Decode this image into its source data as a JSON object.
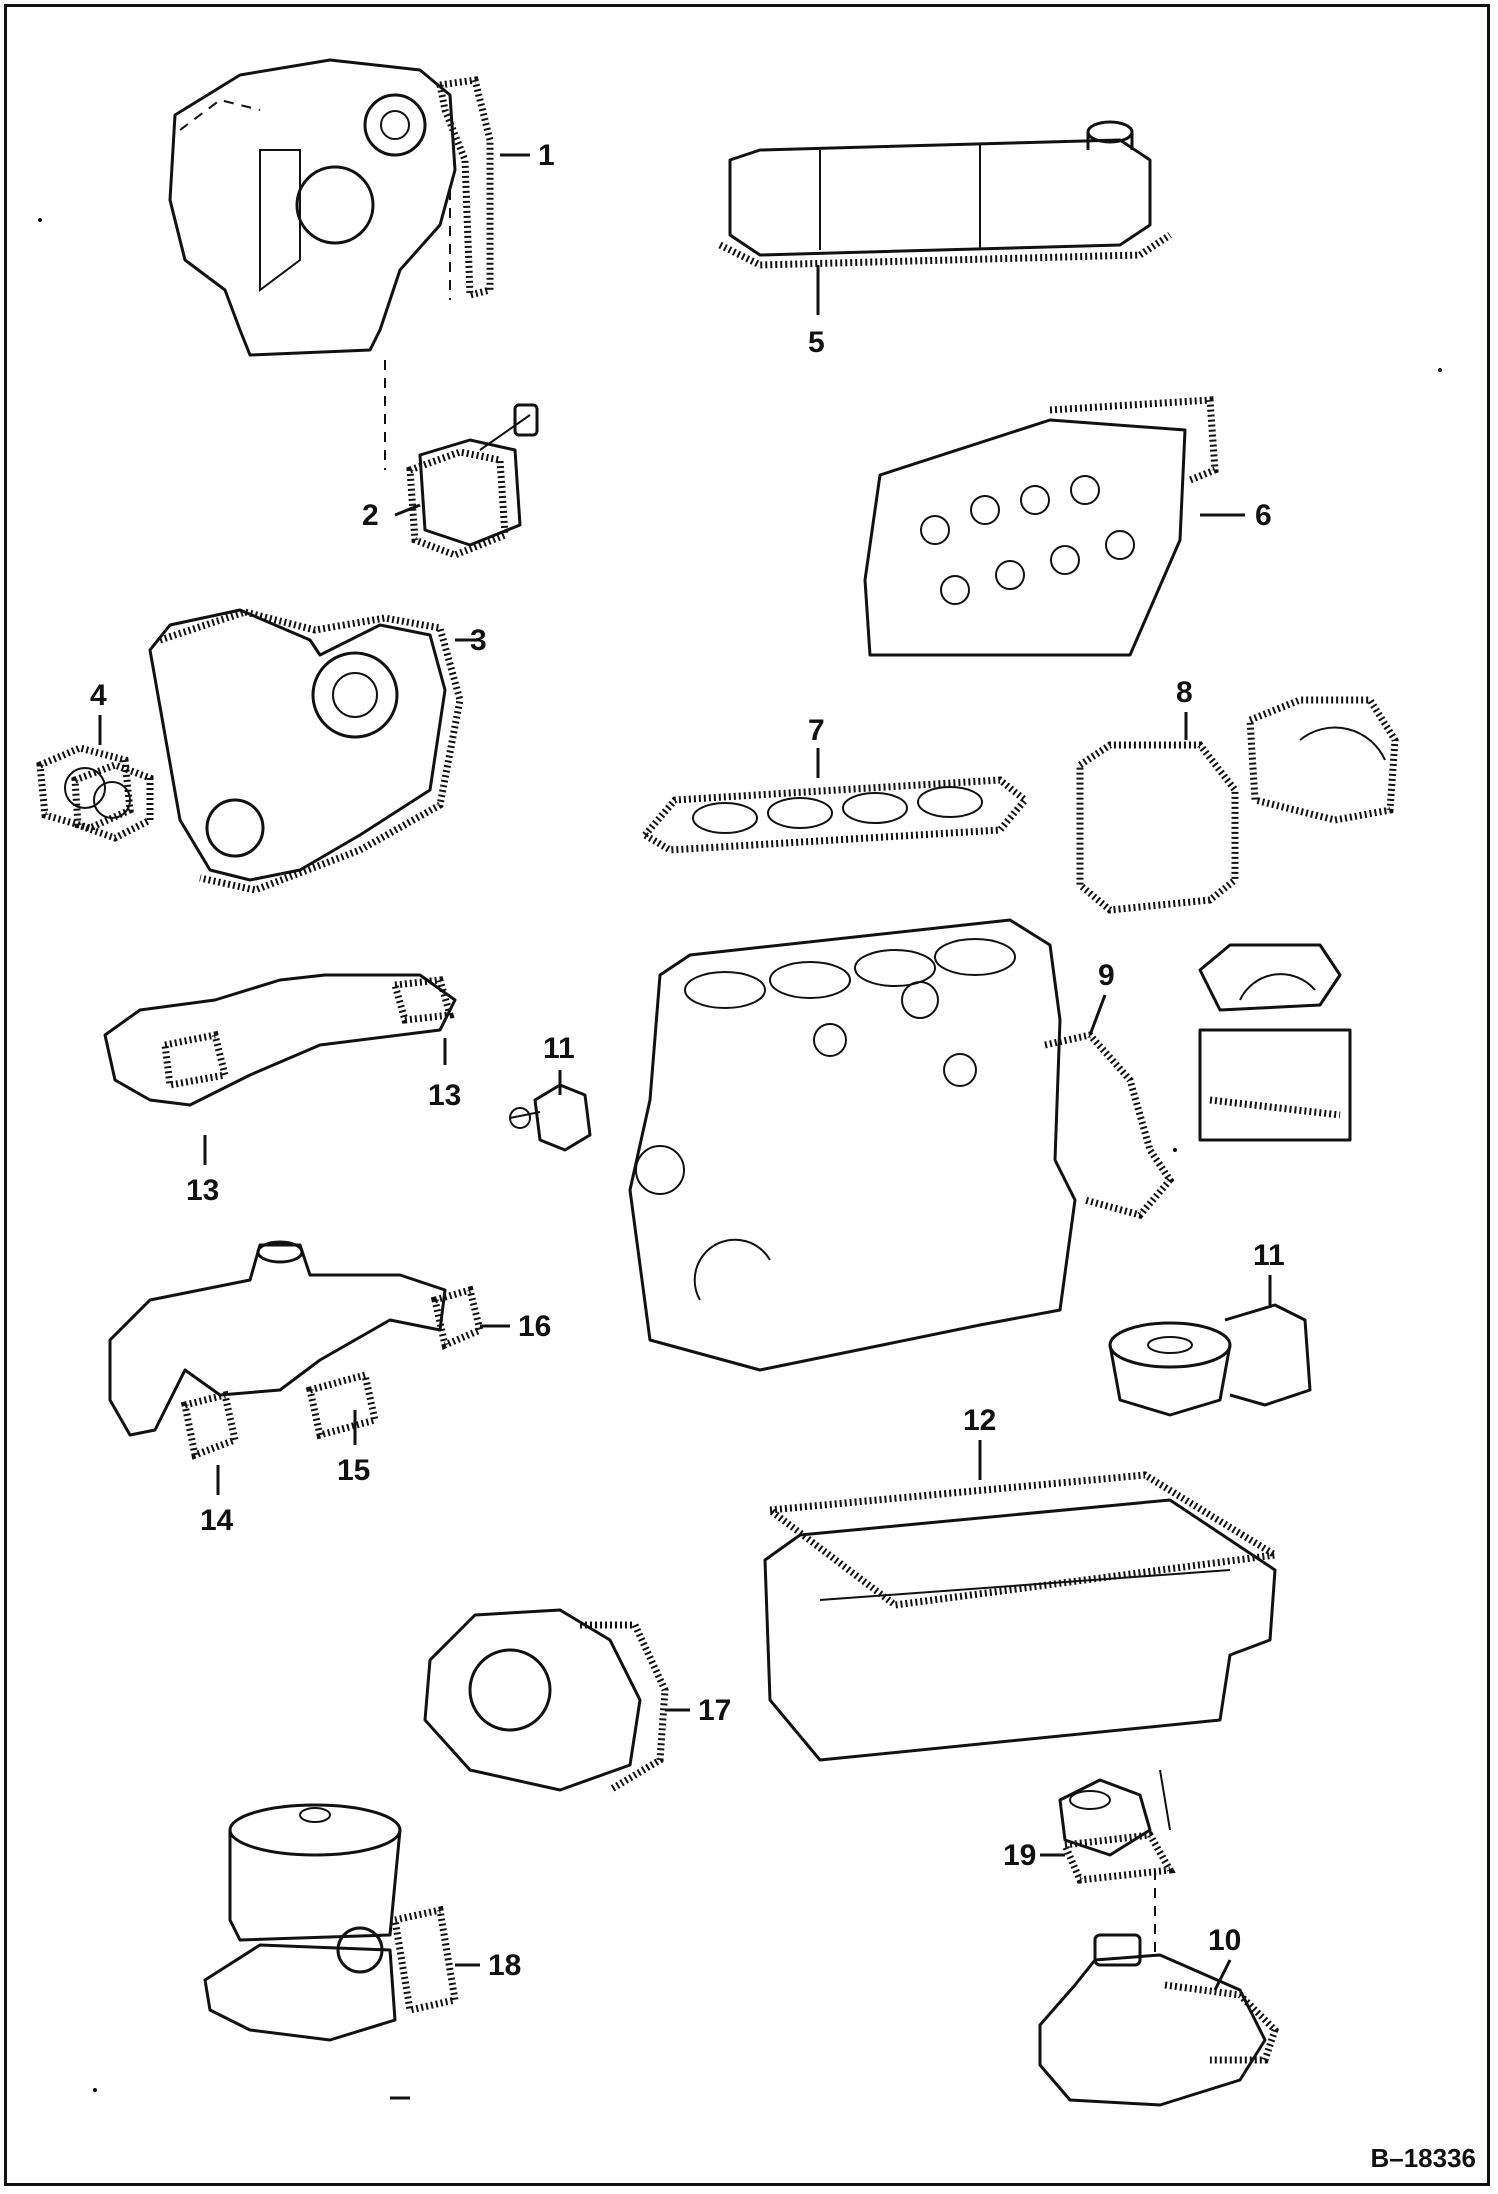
{
  "drawing_number": "B–18336",
  "callouts": [
    {
      "id": "c1",
      "label": "1"
    },
    {
      "id": "c2",
      "label": "2"
    },
    {
      "id": "c3",
      "label": "3"
    },
    {
      "id": "c4",
      "label": "4"
    },
    {
      "id": "c5",
      "label": "5"
    },
    {
      "id": "c6",
      "label": "6"
    },
    {
      "id": "c7",
      "label": "7"
    },
    {
      "id": "c8",
      "label": "8"
    },
    {
      "id": "c9",
      "label": "9"
    },
    {
      "id": "c10",
      "label": "10"
    },
    {
      "id": "c11a",
      "label": "11"
    },
    {
      "id": "c11b",
      "label": "11"
    },
    {
      "id": "c12",
      "label": "12"
    },
    {
      "id": "c13a",
      "label": "13"
    },
    {
      "id": "c13b",
      "label": "13"
    },
    {
      "id": "c14",
      "label": "14"
    },
    {
      "id": "c15",
      "label": "15"
    },
    {
      "id": "c16",
      "label": "16"
    },
    {
      "id": "c17",
      "label": "17"
    },
    {
      "id": "c18",
      "label": "18"
    },
    {
      "id": "c19",
      "label": "19"
    }
  ]
}
